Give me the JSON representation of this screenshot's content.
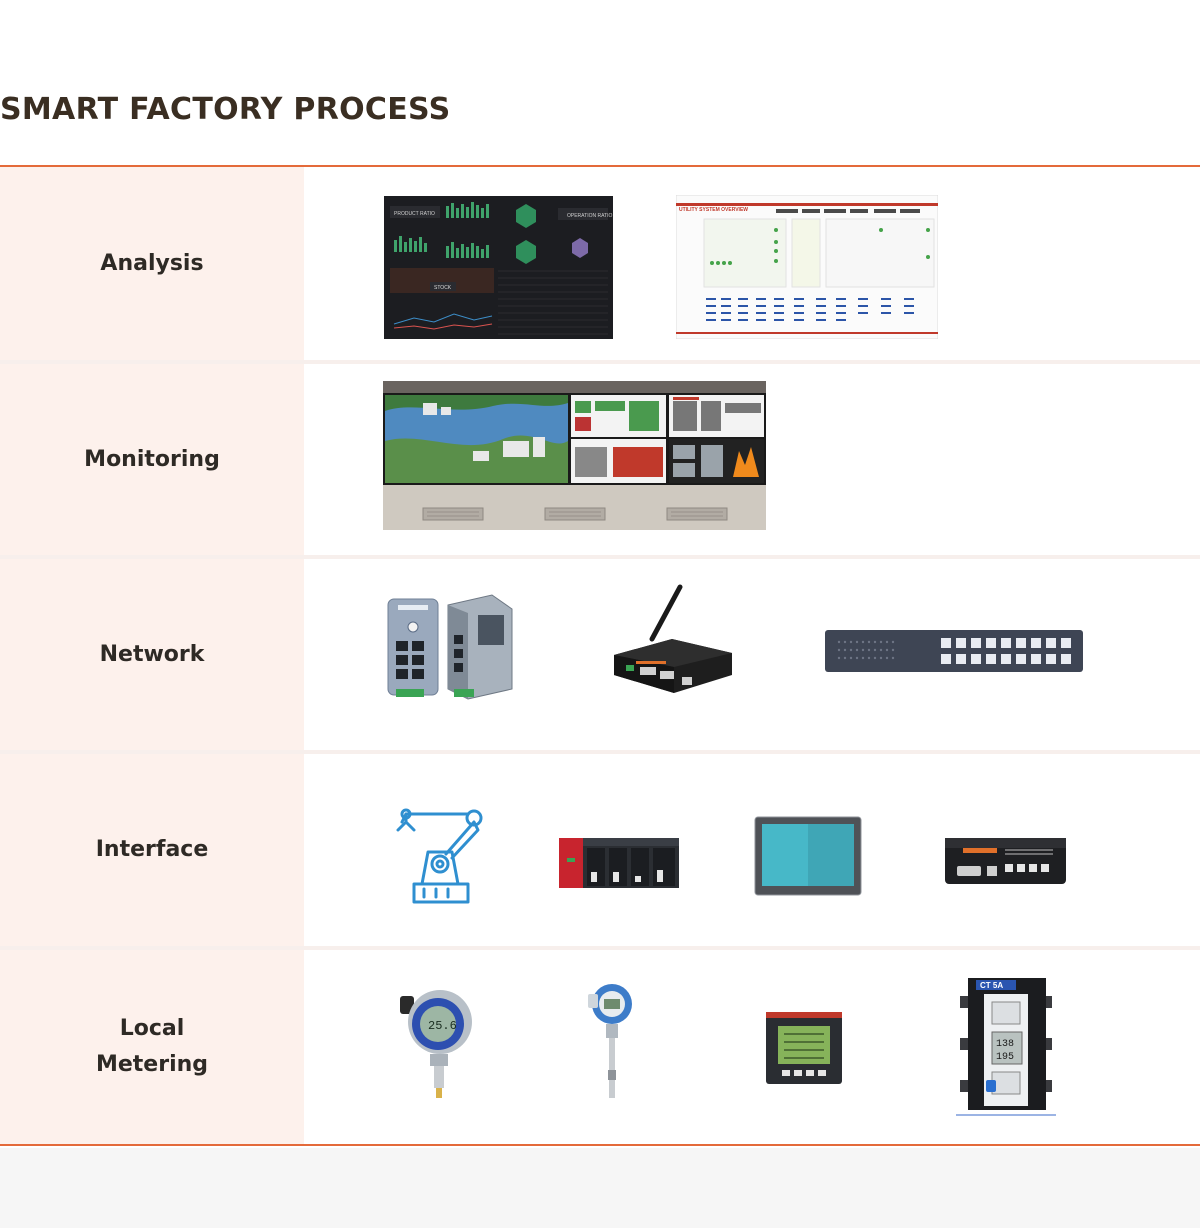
{
  "page": {
    "title": "SMART FACTORY PROCESS"
  },
  "colors": {
    "accent_rule": "#e46a3a",
    "label_background": "#fdf1ec",
    "title_text": "#3a2e22"
  },
  "rows": [
    {
      "label": "Analysis",
      "images": [
        "dark-dashboard-screenshot",
        "utility-system-overview-screenshot"
      ]
    },
    {
      "label": "Monitoring",
      "images": [
        "control-room-video-wall"
      ]
    },
    {
      "label": "Network",
      "images": [
        "industrial-ethernet-switches",
        "wireless-serial-gateway",
        "rack-patch-panel"
      ]
    },
    {
      "label": "Interface",
      "images": [
        "robot-arm-icon",
        "plc-module",
        "hmi-touch-panel",
        "serial-converter-device"
      ]
    },
    {
      "label": "Local\nMetering",
      "label_line1": "Local",
      "label_line2": "Metering",
      "images": [
        "pressure-transmitter",
        "temperature-transmitter",
        "power-meter",
        "current-monitor"
      ]
    }
  ],
  "images_text": {
    "dashboard_product_ratio": "PRODUCT RATIO",
    "dashboard_operation_ratio": "OPERATION RATIO",
    "dashboard_stock": "STOCK",
    "utility_header": "UTILITY SYSTEM OVERVIEW",
    "current_monitor_brand": "CT 5A",
    "current_monitor_reading_1": "138",
    "current_monitor_reading_2": "195"
  }
}
